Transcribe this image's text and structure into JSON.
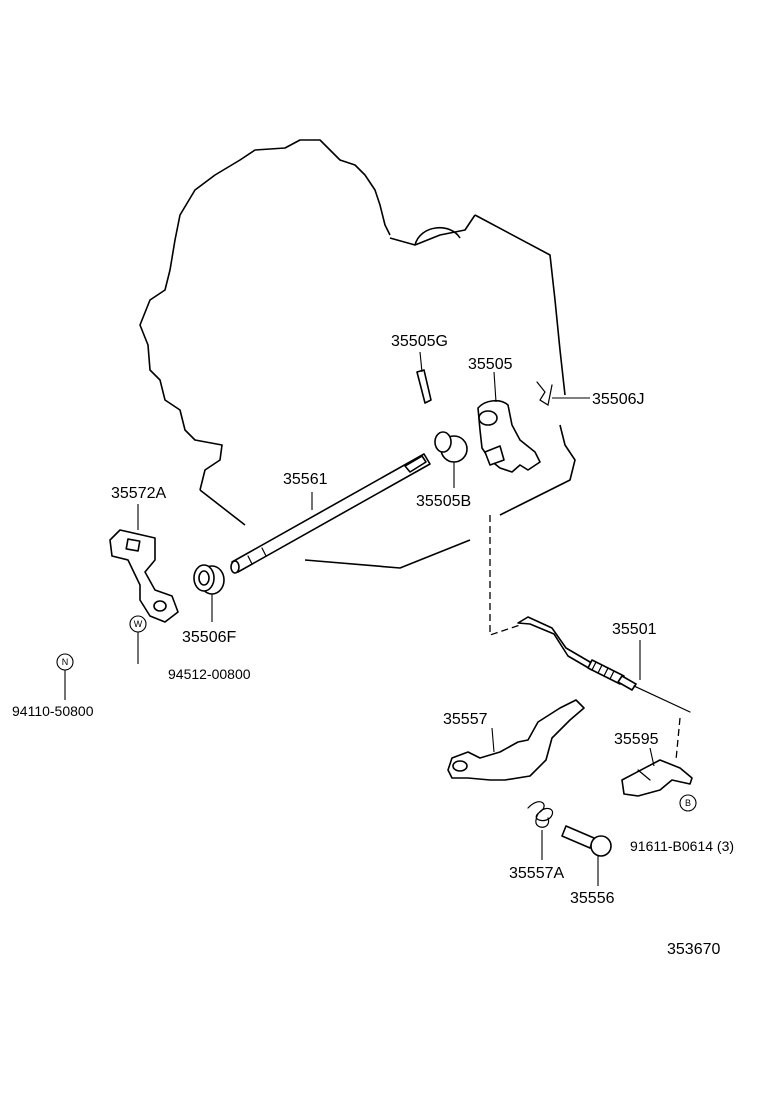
{
  "diagram": {
    "labels": {
      "p35505G": "35505G",
      "p35505": "35505",
      "p35506J": "35506J",
      "p35561": "35561",
      "p35505B": "35505B",
      "p35572A": "35572A",
      "p35506F": "35506F",
      "p94512": "94512-00800",
      "p94110": "94110-50800",
      "p35501": "35501",
      "p35557": "35557",
      "p35595": "35595",
      "p91611": "91611-B0614 (3)",
      "p35557A": "35557A",
      "p35556": "35556",
      "ref": "353670"
    },
    "marks": {
      "w": "W",
      "n": "N",
      "b": "B"
    }
  }
}
